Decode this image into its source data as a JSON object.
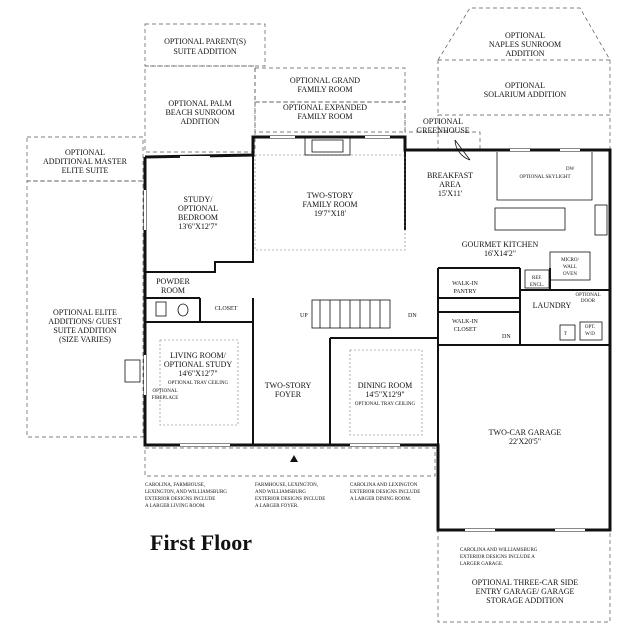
{
  "title": "First Floor",
  "rooms": {
    "optional_parents_suite": [
      "OPTIONAL PARENT(S)",
      "SUITE ADDITION"
    ],
    "optional_naples_sunroom": [
      "OPTIONAL",
      "NAPLES SUNROOM",
      "ADDITION"
    ],
    "optional_grand_family_room": [
      "OPTIONAL GRAND",
      "FAMILY ROOM"
    ],
    "optional_expanded_family_room": [
      "OPTIONAL EXPANDED",
      "FAMILY ROOM"
    ],
    "optional_solarium": [
      "OPTIONAL",
      "SOLARIUM ADDITION"
    ],
    "optional_palm_beach_sunroom": [
      "OPTIONAL PALM",
      "BEACH SUNROOM",
      "ADDITION"
    ],
    "optional_greenhouse": [
      "OPTIONAL",
      "GREENHOUSE"
    ],
    "optional_master_elite": [
      "OPTIONAL",
      "ADDITIONAL MASTER",
      "ELITE SUITE"
    ],
    "breakfast_area": [
      "BREAKFAST",
      "AREA",
      "15'X11'"
    ],
    "optional_skylight": "OPTIONAL SKYLIGHT",
    "dw": "DW",
    "study": [
      "STUDY/",
      "OPTIONAL",
      "BEDROOM",
      "13'6\"X12'7\""
    ],
    "family_room": [
      "TWO-STORY",
      "FAMILY ROOM",
      "19'7\"X18'"
    ],
    "gourmet_kitchen": [
      "GOURMET KITCHEN",
      "16'X14'2\""
    ],
    "micro_wall_oven": [
      "MICRO/",
      "WALL",
      "OVEN"
    ],
    "ref_encl": [
      "REF.",
      "ENCL."
    ],
    "walk_in_pantry": [
      "WALK-IN",
      "PANTRY"
    ],
    "powder_room": [
      "POWDER",
      "ROOM"
    ],
    "closet": "CLOSET",
    "up": "UP",
    "dn": "DN",
    "dn_garage": "DN",
    "laundry": "LAUNDRY",
    "optional_door": [
      "OPTIONAL",
      "DOOR"
    ],
    "opt_wd": [
      "OPT.",
      "W/D"
    ],
    "t_label": "T",
    "walk_in_closet": [
      "WALK-IN",
      "CLOSET"
    ],
    "optional_elite_additions": [
      "OPTIONAL ELITE",
      "ADDITIONS/ GUEST",
      "SUITE ADDITION",
      "(SIZE VARIES)"
    ],
    "living_room": [
      "LIVING ROOM/",
      "OPTIONAL STUDY",
      "14'6\"X12'7\"",
      "OPTIONAL TRAY CEILING"
    ],
    "optional_fireplace": [
      "OPTIONAL",
      "FIREPLACE"
    ],
    "foyer": [
      "TWO-STORY",
      "FOYER"
    ],
    "dining_room": [
      "DINING ROOM",
      "14'5\"X12'9\"",
      "OPTIONAL TRAY CEILING"
    ],
    "garage": [
      "TWO-CAR GARAGE",
      "22'X20'5\""
    ],
    "note_living": [
      "CAROLINA, FARMHOUSE,",
      "LEXINGTON, AND WILLIAMSBURG",
      "EXTERIOR DESIGNS INCLUDE",
      "A LARGER LIVING ROOM."
    ],
    "note_foyer": [
      "FARMHOUSE, LEXINGTON,",
      "AND WILLIAMSBURG",
      "EXTERIOR DESIGNS INCLUDE",
      "A LARGER FOYER."
    ],
    "note_dining": [
      "CAROLINA AND LEXINGTON",
      "EXTERIOR DESIGNS INCLUDE",
      "A LARGER DINING ROOM."
    ],
    "note_garage": [
      "CAROLINA AND WILLIAMSBURG",
      "EXTERIOR DESIGNS INCLUDE A",
      "LARGER GARAGE."
    ],
    "optional_three_car": [
      "OPTIONAL THREE-CAR SIDE",
      "ENTRY GARAGE/ GARAGE",
      "STORAGE ADDITION"
    ]
  }
}
